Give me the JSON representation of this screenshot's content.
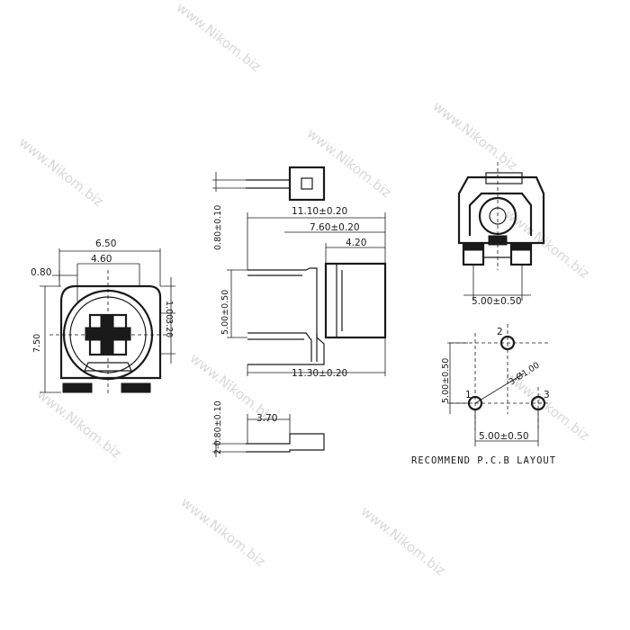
{
  "watermark": "www.Nikom.biz",
  "front_view": {
    "width_overall": "6.50",
    "width_inner": "4.60",
    "offset_left": "0.80",
    "height_overall": "7.50",
    "offset_top": "1.00",
    "center_height": "3.20"
  },
  "side_view": {
    "pin_thickness_top": "0.80±0.10",
    "pin_pitch": "5.00±0.50",
    "pin_thickness_bottom": "2-0.80±0.10",
    "length_overall": "11.10±0.20",
    "length_mid": "7.60±0.20",
    "body_depth": "4.20",
    "length_bottom": "11.30±0.20",
    "pin_bend": "3.70"
  },
  "back_view": {
    "pin_spacing": "5.00±0.50"
  },
  "pcb_layout": {
    "caption": "RECOMMEND P.C.B LAYOUT",
    "pin_labels": [
      "1",
      "2",
      "3"
    ],
    "hole_spec": "3-Ø1.00",
    "vertical_spacing": "5.00±0.50",
    "horizontal_spacing": "5.00±0.50"
  }
}
